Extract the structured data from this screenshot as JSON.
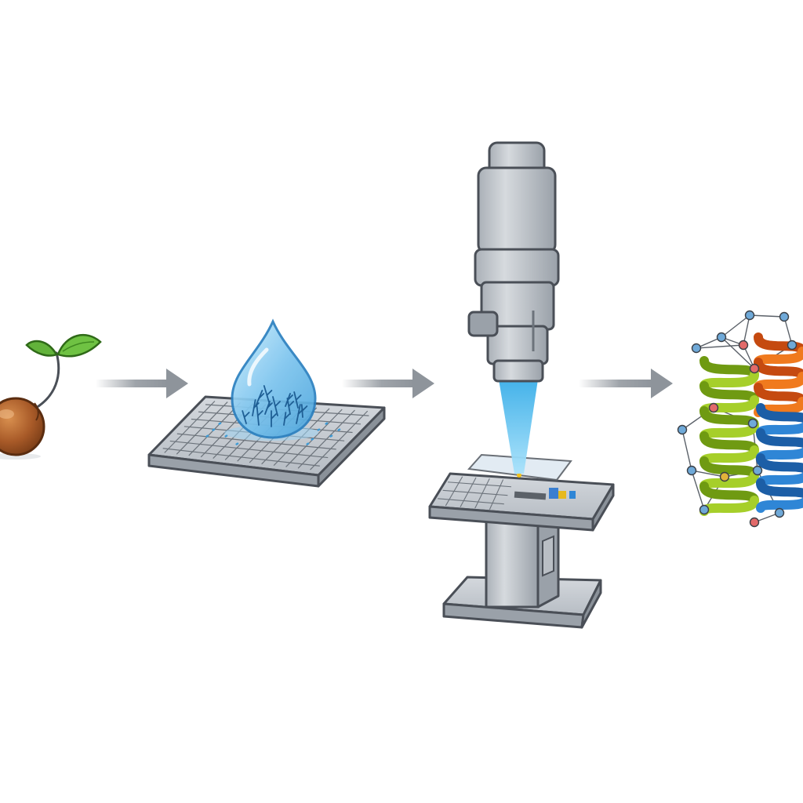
{
  "diagram": {
    "stages": [
      {
        "id": "sprouting-seed",
        "icon": "sprout-icon"
      },
      {
        "id": "crystal-droplet",
        "icon": "water-drop-icon"
      },
      {
        "id": "xray-diffraction",
        "icon": "xray-source-icon"
      },
      {
        "id": "protein-structure",
        "icon": "protein-helix-icon"
      }
    ],
    "arrow_count": 3,
    "colors": {
      "arrow": "#8e949b",
      "metal": "#c3c8ce",
      "metal_dark": "#9aa1a9",
      "outline": "#4a4f57",
      "water": "#7cc4ee",
      "beam": "#6ec6f2",
      "leaf": "#62b33a",
      "seed": "#a85a28",
      "helix_yellow_green": "#a6cf2a",
      "helix_orange_red": "#f07a1e",
      "helix_blue": "#2f86d6"
    }
  }
}
